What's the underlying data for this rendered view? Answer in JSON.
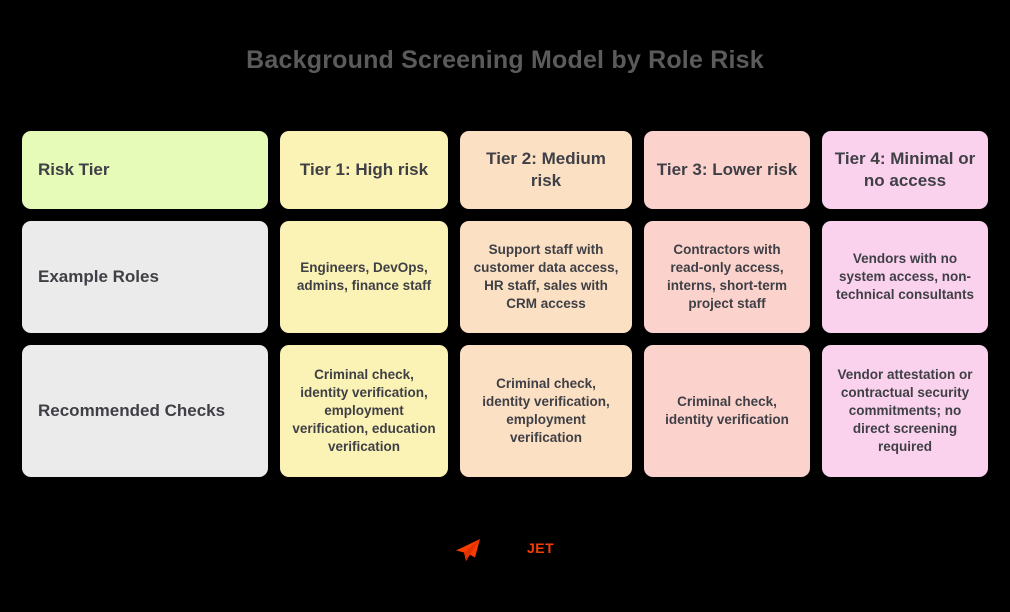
{
  "page": {
    "title": "Background Screening Model by Role Risk",
    "background_color": "#000000",
    "title_color": "#5b5b5b",
    "text_color": "#3f3f46"
  },
  "table": {
    "columns": [
      {
        "key": "label",
        "header": "Risk Tier",
        "tint": "#e7fbb8"
      },
      {
        "key": "tier1",
        "header": "Tier 1: High risk",
        "tint": "#fbf2b5"
      },
      {
        "key": "tier2",
        "header": "Tier 2: Medium risk",
        "tint": "#fbe0c4"
      },
      {
        "key": "tier3",
        "header": "Tier 3: Lower risk",
        "tint": "#fbd3cc"
      },
      {
        "key": "tier4",
        "header": "Tier 4: Minimal or no access",
        "tint": "#fbd2ed"
      }
    ],
    "rows": [
      {
        "label": "Example Roles",
        "label_tint": "#ebebeb",
        "cells": [
          "Engineers, DevOps, admins, finance staff",
          "Support staff with customer data access, HR staff, sales with CRM access",
          "Contractors with read-only access, interns, short-term project staff",
          "Vendors with no system access, non-technical consultants"
        ]
      },
      {
        "label": "Recommended Checks",
        "label_tint": "#ebebeb",
        "cells": [
          "Criminal check, identity verification, employment verification, education verification",
          "Criminal check, identity verification, employment verification",
          "Criminal check, identity verification",
          "Vendor attestation or contractual security commitments; no direct screening required"
        ]
      }
    ]
  },
  "footer": {
    "brand_mark": "paper-plane-icon",
    "brand_word": "JET",
    "brand_color": "#f93d00"
  }
}
